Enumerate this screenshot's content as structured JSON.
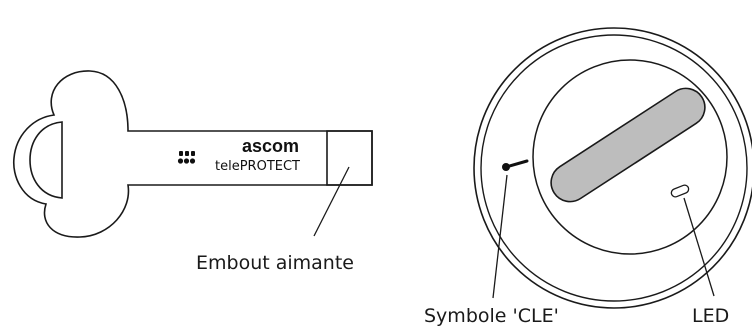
{
  "key": {
    "brand": "ascom",
    "product": "telePROTECT"
  },
  "callouts": {
    "magnetic_tip": "Embout aimante",
    "key_symbol": "Symbole 'CLE'",
    "led": "LED"
  },
  "colors": {
    "outline": "#1a1a1a",
    "slot_fill": "#bdbdbd",
    "background": "#ffffff"
  }
}
